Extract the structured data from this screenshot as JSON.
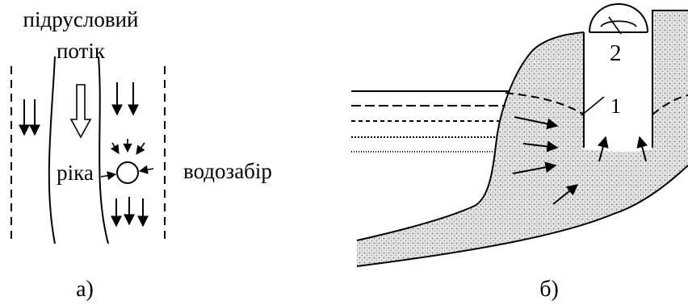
{
  "diagram": {
    "panel_a": {
      "caption": "а)",
      "labels": {
        "stream_line1": "підрусловий",
        "stream_line2": "потік",
        "river": "ріка",
        "intake": "водозабір"
      }
    },
    "panel_b": {
      "caption": "б)",
      "labels": {
        "marker_1": "1",
        "marker_2": "2"
      }
    }
  }
}
